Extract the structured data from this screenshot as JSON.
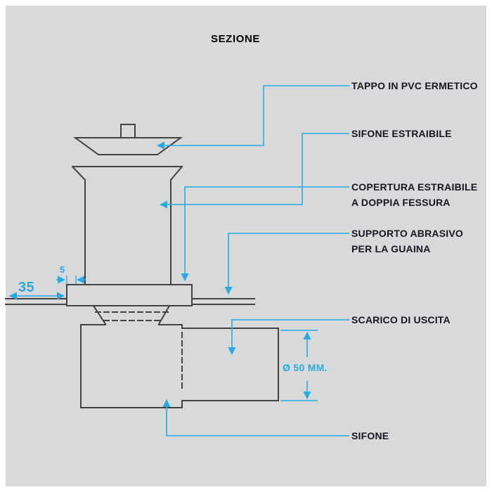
{
  "title": "SEZIONE",
  "callouts": [
    {
      "id": "tappo",
      "label": "TAPPO IN PVC ERMETICO"
    },
    {
      "id": "sifone-estraibile",
      "label": "SIFONE ESTRAIBILE"
    },
    {
      "id": "copertura",
      "label": "COPERTURA ESTRAIBILE\nA DOPPIA FESSURA"
    },
    {
      "id": "supporto",
      "label": "SUPPORTO ABRASIVO\nPER LA GUAINA"
    },
    {
      "id": "scarico",
      "label": "SCARICO DI USCITA"
    },
    {
      "id": "sifone",
      "label": "SIFONE"
    }
  ],
  "dimensions": {
    "floor_left_width": "35",
    "flange_lip": "5",
    "pipe_diameter": "Ø 50 MM."
  },
  "colors": {
    "background": "#d7d9db",
    "frame": "#ffffff",
    "line": "#424245",
    "accent": "#29abe2",
    "label_text": "#17171c",
    "title_text": "#000000"
  }
}
